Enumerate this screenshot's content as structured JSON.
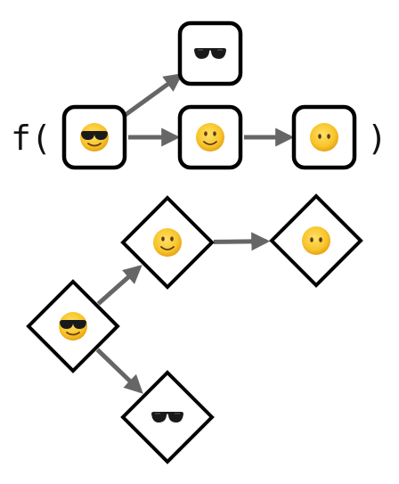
{
  "function_call": {
    "name_open": "f(",
    "close": ")"
  },
  "colors": {
    "node_stroke": "#000000",
    "node_fill": "#ffffff",
    "arrow": "#666666",
    "face": "#F7C52B",
    "face_shade": "#E8A317",
    "glasses": "#1a1a1a",
    "eye": "#5b3a1a"
  },
  "top_graph": {
    "nodes": [
      {
        "id": "input",
        "icon": "smiling-face-with-sunglasses"
      },
      {
        "id": "glasses",
        "icon": "sunglasses"
      },
      {
        "id": "smile",
        "icon": "slightly-smiling-face"
      },
      {
        "id": "nomouth",
        "icon": "face-without-mouth"
      }
    ],
    "edges": [
      [
        "input",
        "glasses"
      ],
      [
        "input",
        "smile"
      ],
      [
        "smile",
        "nomouth"
      ]
    ]
  },
  "bottom_graph": {
    "nodes": [
      {
        "id": "input",
        "icon": "smiling-face-with-sunglasses"
      },
      {
        "id": "smile",
        "icon": "slightly-smiling-face"
      },
      {
        "id": "nomouth",
        "icon": "face-without-mouth"
      },
      {
        "id": "glasses",
        "icon": "sunglasses"
      }
    ],
    "edges": [
      [
        "input",
        "smile"
      ],
      [
        "input",
        "glasses"
      ],
      [
        "smile",
        "nomouth"
      ]
    ]
  }
}
